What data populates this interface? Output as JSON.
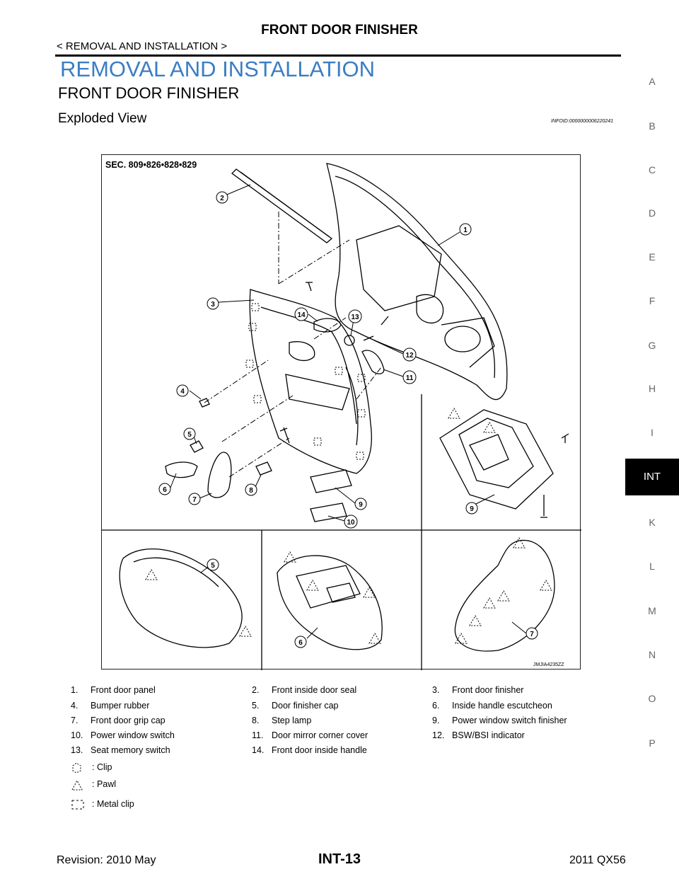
{
  "header": {
    "title": "FRONT DOOR FINISHER",
    "breadcrumb": "< REMOVAL AND INSTALLATION >"
  },
  "section_title": "REMOVAL AND INSTALLATION",
  "subsection_title": "FRONT DOOR FINISHER",
  "topic_title": "Exploded View",
  "info_id": "INFOID:0000000006220241",
  "side_tabs": [
    "A",
    "B",
    "C",
    "D",
    "E",
    "F",
    "G",
    "H",
    "I",
    "INT",
    "K",
    "L",
    "M",
    "N",
    "O",
    "P"
  ],
  "active_tab": "INT",
  "figure": {
    "section_label": "SEC. 809•826•828•829",
    "image_code": "JMJIA4235ZZ",
    "callouts_main": [
      "1",
      "2",
      "3",
      "4",
      "5",
      "6",
      "7",
      "8",
      "9",
      "10",
      "11",
      "12",
      "13",
      "14"
    ],
    "callouts_detail": [
      "9",
      "5",
      "6",
      "7"
    ]
  },
  "legend": {
    "parts": [
      {
        "num": "1.",
        "name": "Front door panel"
      },
      {
        "num": "2.",
        "name": "Front inside door seal"
      },
      {
        "num": "3.",
        "name": "Front door finisher"
      },
      {
        "num": "4.",
        "name": "Bumper rubber"
      },
      {
        "num": "5.",
        "name": "Door finisher cap"
      },
      {
        "num": "6.",
        "name": "Inside handle escutcheon"
      },
      {
        "num": "7.",
        "name": "Front door grip cap"
      },
      {
        "num": "8.",
        "name": "Step lamp"
      },
      {
        "num": "9.",
        "name": "Power window switch finisher"
      },
      {
        "num": "10.",
        "name": "Power window switch"
      },
      {
        "num": "11.",
        "name": "Door mirror corner cover"
      },
      {
        "num": "12.",
        "name": "BSW/BSI indicator"
      },
      {
        "num": "13.",
        "name": "Seat memory switch"
      },
      {
        "num": "14.",
        "name": "Front door inside handle"
      }
    ],
    "symbols": [
      {
        "icon": "clip-icon",
        "label": ": Clip"
      },
      {
        "icon": "pawl-icon",
        "label": ": Pawl"
      },
      {
        "icon": "metal-clip-icon",
        "label": ": Metal clip"
      }
    ]
  },
  "footer": {
    "revision": "Revision: 2010 May",
    "page": "INT-13",
    "model": "2011 QX56"
  }
}
